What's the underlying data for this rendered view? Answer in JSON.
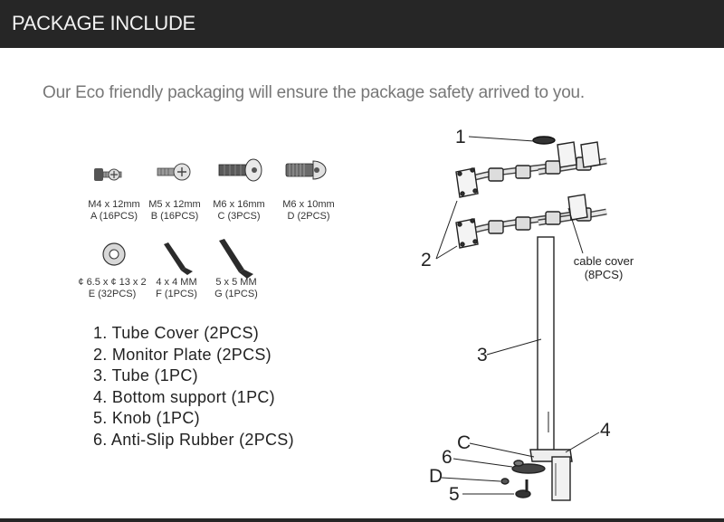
{
  "header": {
    "title": "PACKAGE INCLUDE"
  },
  "subtitle": "Our Eco friendly packaging will ensure the package safety arrived to you.",
  "hardware": [
    {
      "size": "M4 x 12mm",
      "qty": "A (16PCS)"
    },
    {
      "size": "M5 x 12mm",
      "qty": "B (16PCS)"
    },
    {
      "size": "M6 x 16mm",
      "qty": "C (3PCS)"
    },
    {
      "size": "M6 x 10mm",
      "qty": "D (2PCS)"
    },
    {
      "size": "¢ 6.5 x ¢ 13 x 2",
      "qty": "E (32PCS)"
    },
    {
      "size": "4 x 4 MM",
      "qty": "F (1PCS)"
    },
    {
      "size": "5 x 5 MM",
      "qty": "G (1PCS)"
    }
  ],
  "parts": [
    "1. Tube Cover (2PCS)",
    "2. Monitor Plate (2PCS)",
    "3. Tube (1PC)",
    "4. Bottom support (1PC)",
    "5. Knob (1PC)",
    "6. Anti-Slip Rubber (2PCS)"
  ],
  "diagram": {
    "callouts": {
      "n1": "1",
      "n2": "2",
      "n3": "3",
      "n4": "4",
      "n5": "5",
      "n6": "6",
      "c": "C",
      "d": "D"
    },
    "cable_cover": {
      "line1": "cable cover",
      "line2": "(8PCS)"
    }
  }
}
